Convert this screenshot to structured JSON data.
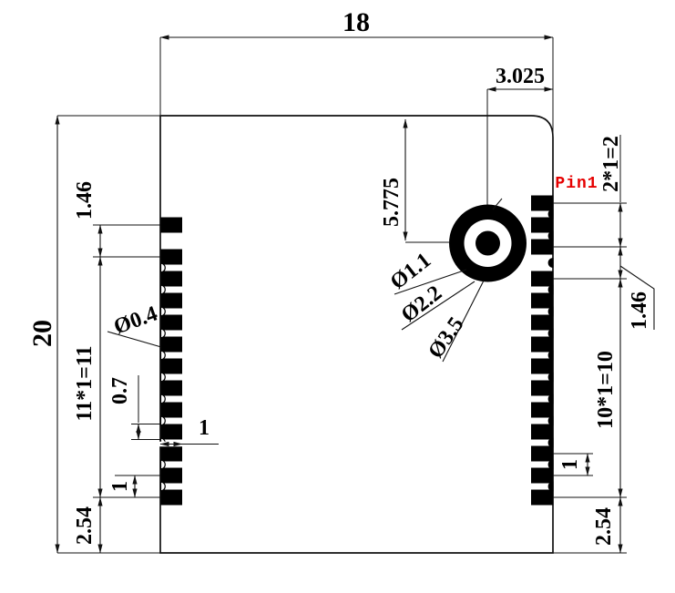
{
  "drawing": {
    "dims": {
      "overall_width": "18",
      "overall_height": "20",
      "hole_offset_x": "3.025",
      "hole_offset_y": "5.775",
      "left_first_gap": "1.46",
      "left_pitch_total": "11*1=11",
      "left_bottom_margin": "2.54",
      "pad_height": "0.7",
      "left_pitch": "1",
      "pad_length": "1",
      "castellation_dia": "Ø0.4",
      "right_top_pitch": "2*1=2",
      "right_gap": "1.46",
      "right_pitch_total": "10*1=10",
      "right_bottom_margin": "2.54",
      "right_pitch": "1"
    },
    "hole_labels": {
      "inner": "Ø1.1",
      "mid": "Ø2.2",
      "outer": "Ø3.5"
    },
    "pin1_label": "Pin1",
    "pads": {
      "left_pad_count": 13,
      "right_pad_count": 14
    },
    "colors": {
      "line": "#111111",
      "pad_fill": "#000000",
      "pin1_red": "#e60000",
      "background": "#ffffff"
    }
  }
}
